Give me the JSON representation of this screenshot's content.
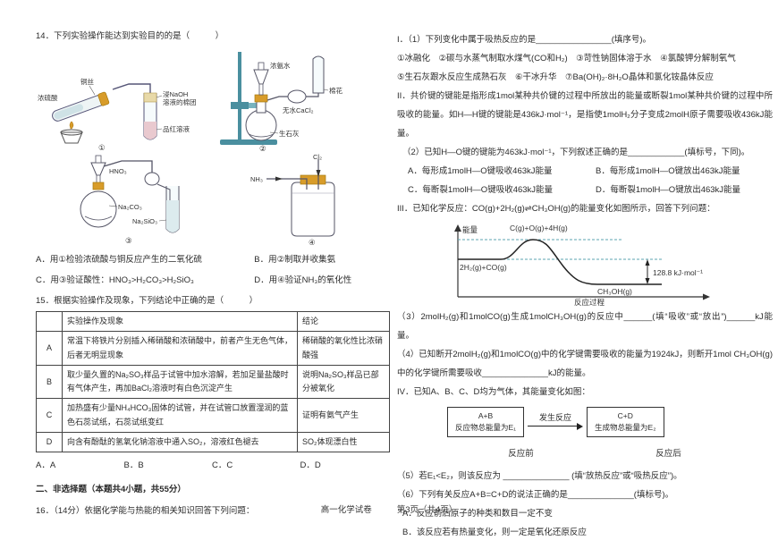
{
  "q14": {
    "title": "14．下列实验操作能达到实验目的的是（　　　）",
    "fig1": {
      "wire": "铜丝",
      "acid": "浓硫酸",
      "cotton1": "浸NaOH",
      "cotton2": "溶液的棉团",
      "solution": "品红溶液",
      "num": "①"
    },
    "fig2": {
      "ammonia": "浓氨水",
      "drying": "无水CaCl₂",
      "cotton": "棉花",
      "lime": "生石灰",
      "num": "②"
    },
    "fig3": {
      "acid": "HNO₃",
      "flask": "Na₂CO₃",
      "tube": "Na₂SiO₃",
      "num": "③"
    },
    "fig4": {
      "top_gas": "Cl₂",
      "left_gas": "NH₃",
      "num": "④"
    },
    "optionA": "A．用①检验浓硫酸与铜反应产生的二氧化硫",
    "optionB": "B．用②制取并收集氨",
    "optionC": "C．用③验证酸性：HNO₃>H₂CO₃>H₂SiO₃",
    "optionD": "D．用④验证NH₃的氧化性"
  },
  "q15": {
    "title": "15．根据实验操作及现象，下列结论中正确的是（　　　）",
    "col_op": "实验操作及现象",
    "col_conc": "结论",
    "rows": [
      {
        "label": "A",
        "op": "常温下将铁片分别插入稀硝酸和浓硝酸中，前者产生无色气体，后者无明显现象",
        "conc": "稀硝酸的氧化性比浓硝酸强"
      },
      {
        "label": "B",
        "op": "取少量久置的Na₂SO₃样品于试管中加水溶解，若加足量盐酸时有气体产生，再加BaCl₂溶液时有白色沉淀产生",
        "conc": "说明Na₂SO₃样品已部分被氧化"
      },
      {
        "label": "C",
        "op": "加热盛有少量NH₄HCO₃固体的试管，并在试管口放置湿润的蓝色石蕊试纸，石蕊试纸变红",
        "conc": "证明有氨气产生"
      },
      {
        "label": "D",
        "op": "向含有酚酞的氢氧化钠溶液中通入SO₂，溶液红色褪去",
        "conc": "SO₂体现漂白性"
      }
    ],
    "ansA": "A．A",
    "ansB": "B．B",
    "ansC": "C．C",
    "ansD": "D．D"
  },
  "section2": {
    "title": "二、非选择题（本题共4小题，共55分）",
    "q16": "16．（14分）依据化学能与热能的相关知识回答下列问题："
  },
  "right": {
    "i_q1": "I．（1）下列变化中属于吸热反应的是________________(填序号)。",
    "i_opts1": "①冰融化　②碳与水蒸气制取水煤气(CO和H₂)　③苛性钠固体溶于水　④氯酸钾分解制氧气",
    "i_opts2": "⑤生石灰跟水反应生成熟石灰　⑥干冰升华　⑦Ba(OH)₂·8H₂O晶体和氯化铵晶体反应",
    "ii_text": "II．共价键的键能是指形成1mol某种共价键的过程中所放出的能量或断裂1mol某种共价键的过程中所吸收的能量。如H—H键的键能是436kJ·mol⁻¹，是指使1molH₂分子变成2molH原子需要吸收436kJ能量。",
    "q2": "（2）已知H—O键的键能为463kJ·mol⁻¹，下列叙述正确的是____________(填标号，下同)。",
    "q2_optA": "A．每形成1molH—O键吸收463kJ能量",
    "q2_optB": "B．每形成1molH—O键放出463kJ能量",
    "q2_optC": "C．每断裂1molH—O键吸收463kJ能量",
    "q2_optD": "D．每断裂1molH—O键放出463kJ能量",
    "iii_text": "III．已知化学反应：CO(g)+2H₂(g)⇌CH₃OH(g)的能量变化如图所示，回答下列问题：",
    "energy_diagram": {
      "y_label": "能量",
      "peak_label": "C(g)+O(g)+4H(g)",
      "start_label": "2H₂(g)+CO(g)",
      "delta_label": "128.8 kJ·mol⁻¹",
      "end_label": "CH₃OH(g)",
      "x_label": "反应过程"
    },
    "q3": "（3）2molH₂(g)和1molCO(g)生成1molCH₃OH(g)的反应中______(填“吸收”或“放出”)______kJ能量。",
    "q4": "（4）已知断开2molH₂(g)和1molCO(g)中的化学键需要吸收的能量为1924kJ，则断开1mol CH₃OH(g)中的化学键所需要吸收______________kJ的能量。",
    "iv_text": "IV．已知A、B、C、D均为气体，其能量变化如图：",
    "box_diagram": {
      "left_line1": "A+B",
      "left_line2": "反应物总能量为E₁",
      "arrow_label": "发生反应",
      "right_line1": "C+D",
      "right_line2": "生成物总能量为E₂",
      "left_caption": "反应前",
      "right_caption": "反应后"
    },
    "q5": "（5）若E₁<E₂，则该反应为 ______________ (填“放热反应”或“吸热反应”)。",
    "q6": "（6）下列有关反应A+B=C+D的说法正确的是______________(填标号)。",
    "q6_optA": "A．反应前后原子的种类和数目一定不变",
    "q6_optB": "B．该反应若有热量变化，则一定是氧化还原反应"
  },
  "footer": {
    "left": "高一化学试卷",
    "right": "第3页（共4页）"
  }
}
